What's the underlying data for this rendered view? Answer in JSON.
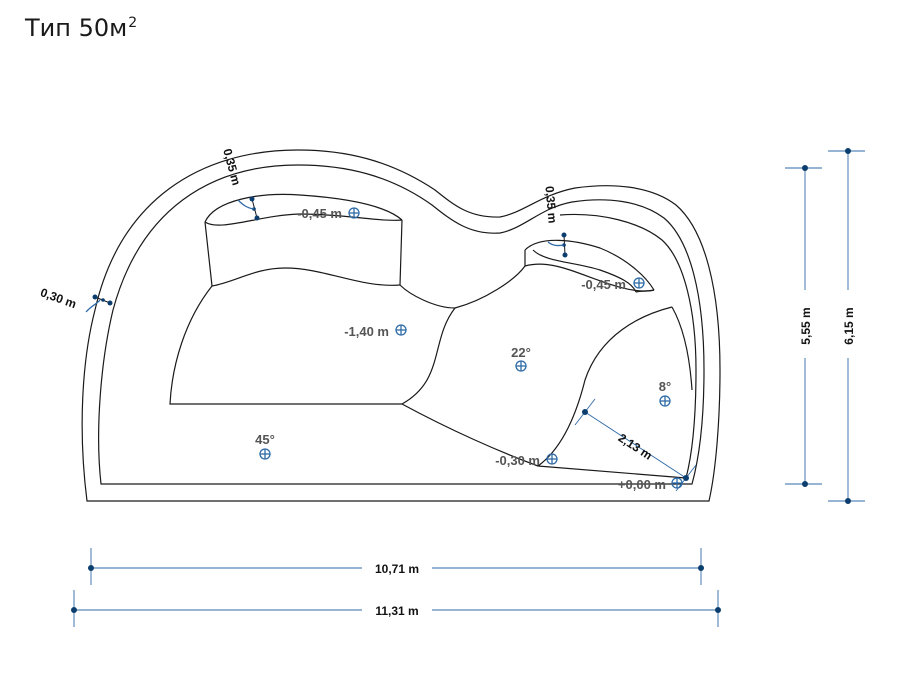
{
  "title": {
    "main": "Тип 50м",
    "sup": "2"
  },
  "depths": {
    "shelf_left": "-0,45 m",
    "shelf_right": "-0,45 m",
    "deep": "-1,40 m",
    "entry": "-0,30 m",
    "zero": "+0,00 m"
  },
  "angles": {
    "a45": "45°",
    "a22": "22°",
    "a8": "8°"
  },
  "walls": {
    "wall_left": "0,30 m",
    "wall_top_left": "0,35 m",
    "wall_top_right": "0,35 m"
  },
  "dimensions": {
    "width_inner": "10,71 m",
    "width_outer": "11,31 m",
    "height_inner": "5,55 m",
    "height_outer": "6,15 m",
    "diagonal": "2,13 m"
  },
  "colors": {
    "dimension_line": "#2e6ba8",
    "dimension_dot": "#0b3d6e",
    "outline": "#1a1a1a"
  }
}
